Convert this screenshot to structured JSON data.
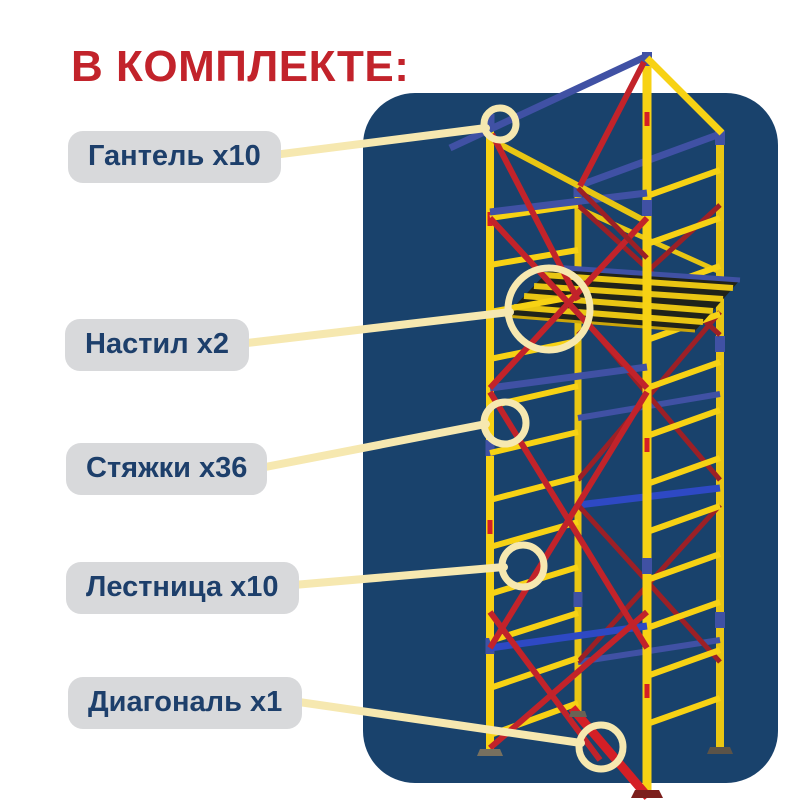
{
  "title": "В КОМПЛЕКТЕ:",
  "callouts": [
    {
      "label": "Гантель x10"
    },
    {
      "label": "Настил x2"
    },
    {
      "label": "Стяжки x36"
    },
    {
      "label": "Лестница x10"
    },
    {
      "label": "Диагональ x1"
    }
  ],
  "colors": {
    "panel": "#19426c",
    "title": "#c2232b",
    "label_bg": "#d8d9db",
    "label_text": "#1d3f6b",
    "callout_line": "#f6e8b0",
    "yellow": "#f7d214",
    "yellow_dim": "#e9c613",
    "blue": "#4051a4",
    "blue_bright": "#2e49c4",
    "red": "#c2232a",
    "red_dark": "#9c2026",
    "red_bright": "#d41f26",
    "deck_dark": "#20231a",
    "deck_slat": "#ddbb35"
  }
}
